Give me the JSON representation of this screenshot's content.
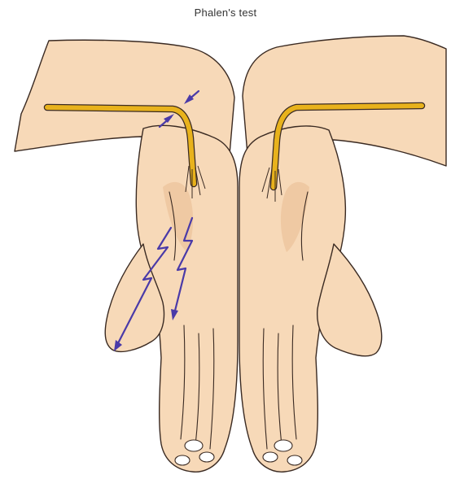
{
  "diagram": {
    "title": "Phalen's test"
  },
  "colors": {
    "skin": "#f7d9b8",
    "outline": "#3a2a22",
    "nerve": "#e8b21c",
    "arrows": "#4a3aa8",
    "background": "#ffffff"
  },
  "elements": {
    "left_hand": "left-hand",
    "right_hand": "right-hand",
    "median_nerve_left": "median-nerve",
    "median_nerve_right": "median-nerve",
    "compression_arrows": "compression-arrows",
    "paresthesia_arrows": "lightning-arrows"
  }
}
